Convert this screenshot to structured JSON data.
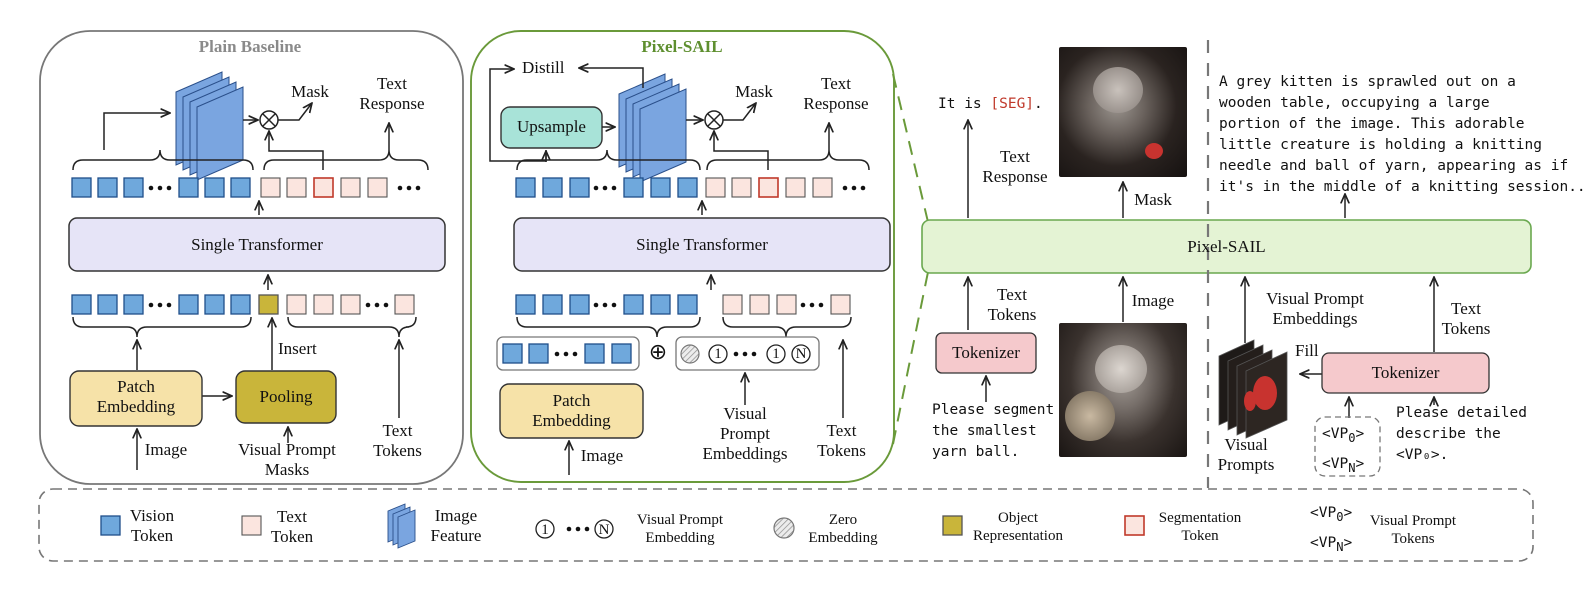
{
  "plain": {
    "title": "Plain Baseline",
    "mask": "Mask",
    "text_response": [
      "Text",
      "Response"
    ],
    "single_transformer": "Single Transformer",
    "patch_embedding": [
      "Patch",
      "Embedding"
    ],
    "pooling": "Pooling",
    "insert": "Insert",
    "image": "Image",
    "visual_prompt_masks": [
      "Visual Prompt",
      "Masks"
    ],
    "text_tokens": [
      "Text",
      "Tokens"
    ]
  },
  "sail": {
    "title": "Pixel-SAIL",
    "distill": "Distill",
    "upsample": "Upsample",
    "mask": "Mask",
    "text_response": [
      "Text",
      "Response"
    ],
    "single_transformer": "Single Transformer",
    "patch_embedding": [
      "Patch",
      "Embedding"
    ],
    "image": "Image",
    "visual_prompt_embeddings": [
      "Visual",
      "Prompt",
      "Embeddings"
    ],
    "text_tokens": [
      "Text",
      "Tokens"
    ],
    "plus": "⊕",
    "circled_one": "1",
    "circled_n": "N"
  },
  "right": {
    "pixel_sail": "Pixel-SAIL",
    "output_prefix": "It is ",
    "seg_token": "[SEG]",
    "output_suffix": ".",
    "text_response": [
      "Text",
      "Response"
    ],
    "mask": "Mask",
    "image": "Image",
    "text_tokens_left": [
      "Text",
      "Tokens"
    ],
    "tokenizer_left": "Tokenizer",
    "prompt_left": [
      "Please segment",
      "the smallest",
      "yarn ball."
    ],
    "description": [
      "A grey kitten is sprawled out on a",
      "wooden table, occupying a large",
      "portion of the image. This adorable",
      "little creature is holding a knitting",
      "needle and ball of yarn, appearing as if",
      "it's in the middle of a knitting session..."
    ],
    "visual_prompt_embeddings": [
      "Visual Prompt",
      "Embeddings"
    ],
    "text_tokens_right": [
      "Text",
      "Tokens"
    ],
    "fill": "Fill",
    "tokenizer_right": "Tokenizer",
    "visual_prompts": [
      "Visual",
      "Prompts"
    ],
    "vp_tokens": [
      "<VP",
      "<VP"
    ],
    "vp_subs": [
      "0",
      "N"
    ],
    "prompt_right": [
      "Please detailed",
      "describe the",
      "<VP₀>."
    ]
  },
  "legend": {
    "vision_token": [
      "Vision",
      "Token"
    ],
    "text_token": [
      "Text",
      "Token"
    ],
    "image_feature": [
      "Image",
      "Feature"
    ],
    "visual_prompt_embedding": [
      "Visual Prompt",
      "Embedding"
    ],
    "zero_embedding": [
      "Zero",
      "Embedding"
    ],
    "object_representation": [
      "Object",
      "Representation"
    ],
    "segmentation_token": [
      "Segmentation",
      "Token"
    ],
    "visual_prompt_tokens": [
      "Visual Prompt",
      "Tokens"
    ],
    "vp_tokens": [
      "<VP",
      "<VP"
    ],
    "vp_subs": [
      "0",
      "N"
    ],
    "circled_one": "1",
    "circled_n": "N"
  },
  "colors": {
    "vision_token": "#6fa8dc",
    "text_token": "#fbe5df",
    "segmentation_border": "#c0392b",
    "object_rep": "#c9b53a",
    "transformer_fill": "#e6e4f7",
    "patch_fill": "#f6e2a8",
    "pooling_fill": "#c9b53a",
    "upsample_fill": "#a8e3d8",
    "pixel_sail_fill": "#e4f3d4",
    "pixel_sail_border": "#6aa84f",
    "tokenizer_fill": "#f5c9cc",
    "frame_green": "#6a9a3a"
  }
}
